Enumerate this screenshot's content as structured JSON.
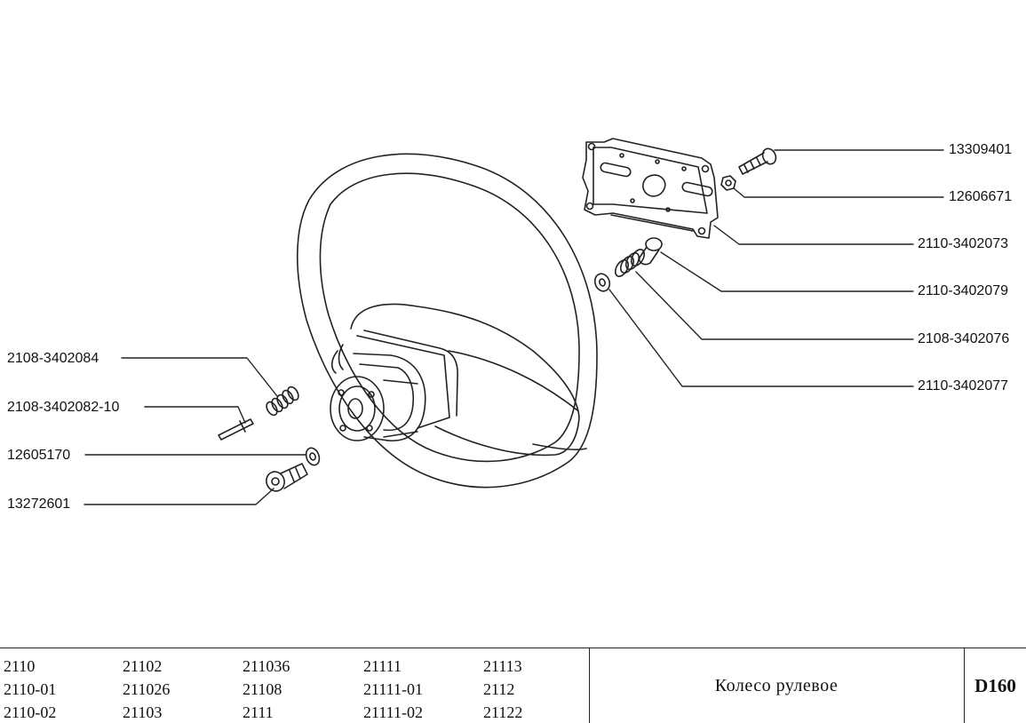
{
  "diagram": {
    "left_labels": [
      "2108-3402084",
      "2108-3402082-10",
      "12605170",
      "13272601"
    ],
    "right_labels": [
      "13309401",
      "12606671",
      "2110-3402073",
      "2110-3402079",
      "2108-3402076",
      "2110-3402077"
    ]
  },
  "footer": {
    "models": [
      [
        "2110",
        "2110-01",
        "2110-02"
      ],
      [
        "21102",
        "211026",
        "21103"
      ],
      [
        "211036",
        "21108",
        "2111"
      ],
      [
        "21111",
        "21111-01",
        "21111-02"
      ],
      [
        "21113",
        "2112",
        "21122"
      ]
    ],
    "title": "Колесо рулевое",
    "code": "D160"
  }
}
